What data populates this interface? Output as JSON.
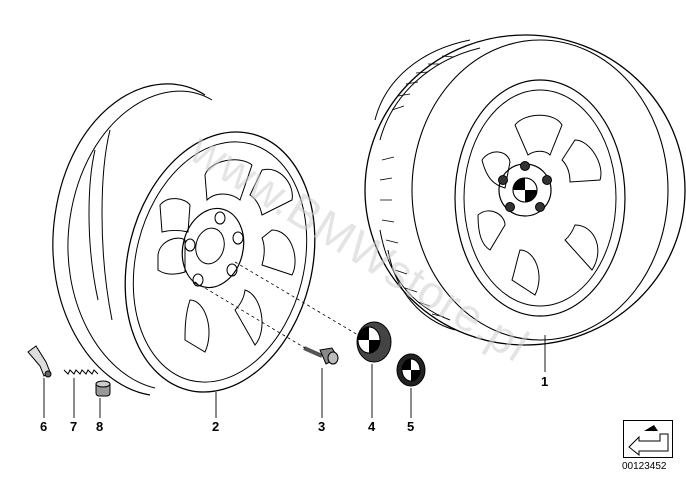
{
  "diagram": {
    "callouts": {
      "c1": "1",
      "c2": "2",
      "c3": "3",
      "c4": "4",
      "c5": "5",
      "c6": "6",
      "c7": "7",
      "c8": "8"
    },
    "watermark": "www.BMWstore.pl",
    "diagram_number": "00123452"
  },
  "icons": {
    "nav": "arrow-icon"
  },
  "colors": {
    "line": "#000000",
    "background": "#ffffff",
    "watermark": "#cfcfcf"
  }
}
